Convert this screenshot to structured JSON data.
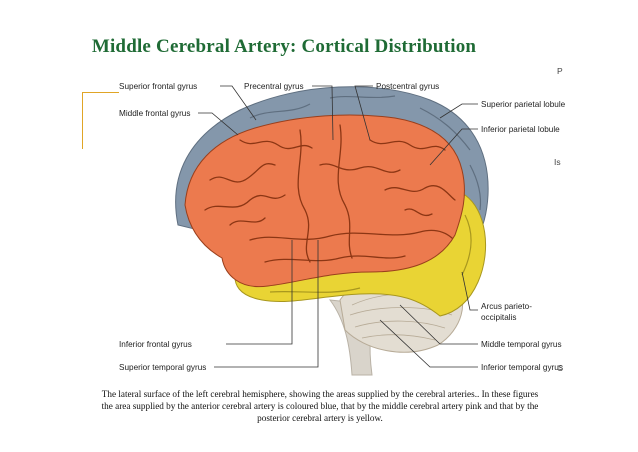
{
  "title": "Middle Cerebral Artery: Cortical Distribution",
  "labels": {
    "superior_frontal": "Superior frontal gyrus",
    "middle_frontal": "Middle frontal gyrus",
    "precentral": "Precentral gyrus",
    "postcentral": "Postcentral gyrus",
    "superior_parietal": "Superior parietal lobule",
    "inferior_parietal": "Inferior parietal lobule",
    "arcus_line1": "Arcus parieto-",
    "arcus_line2": "occipitalis",
    "inferior_frontal": "Inferior frontal gyrus",
    "superior_temporal": "Superior temporal gyrus",
    "middle_temporal": "Middle temporal gyrus",
    "inferior_temporal": "Inferior temporal gyrus"
  },
  "side_letters": {
    "top": "P",
    "middle": "Is",
    "bottom": "C"
  },
  "caption": {
    "line1": "The lateral surface of the left cerebral hemisphere, showing the areas supplied by the cerebral arteries.. In these figures",
    "line2": "the area supplied by the anterior cerebral artery is coloured blue, that by the middle cerebral artery pink and that by the",
    "line3": "posterior cerebral artery is yellow."
  },
  "colors": {
    "anterior_blue": "#8497ab",
    "middle_orange": "#ec7a4e",
    "posterior_yellow": "#e9d434",
    "cerebellum": "#e3ddd2",
    "title_green": "#1f6b35",
    "accent_gold": "#e0a526"
  }
}
